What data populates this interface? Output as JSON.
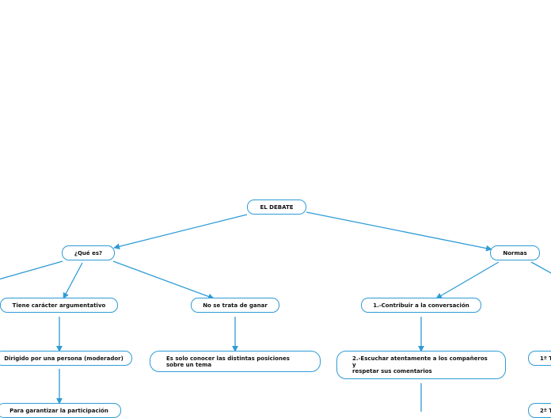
{
  "colors": {
    "accent": "#2e9bd6",
    "node_border": "#2e9bd6",
    "text": "#111111",
    "background": "#ffffff"
  },
  "nodes": {
    "root": "EL DEBATE",
    "que_es": "¿Qué es?",
    "normas": "Normas",
    "argumentativo": "Tiene carácter argumentativo",
    "no_ganar": "No se trata de ganar",
    "contribuir": "1.-Contribuir a la conversación",
    "moderador": "Dirigido por una persona (moderador)",
    "conocer": "Es solo conocer las distintas posiciones\nsobre un tema",
    "escuchar": "2.-Escuchar atentamente a los compañeros\ny\nrespetar sus comentarios",
    "participacion": "Para garantizar la participación",
    "right_partial_1": "1º T",
    "right_partial_2": "2º T"
  }
}
